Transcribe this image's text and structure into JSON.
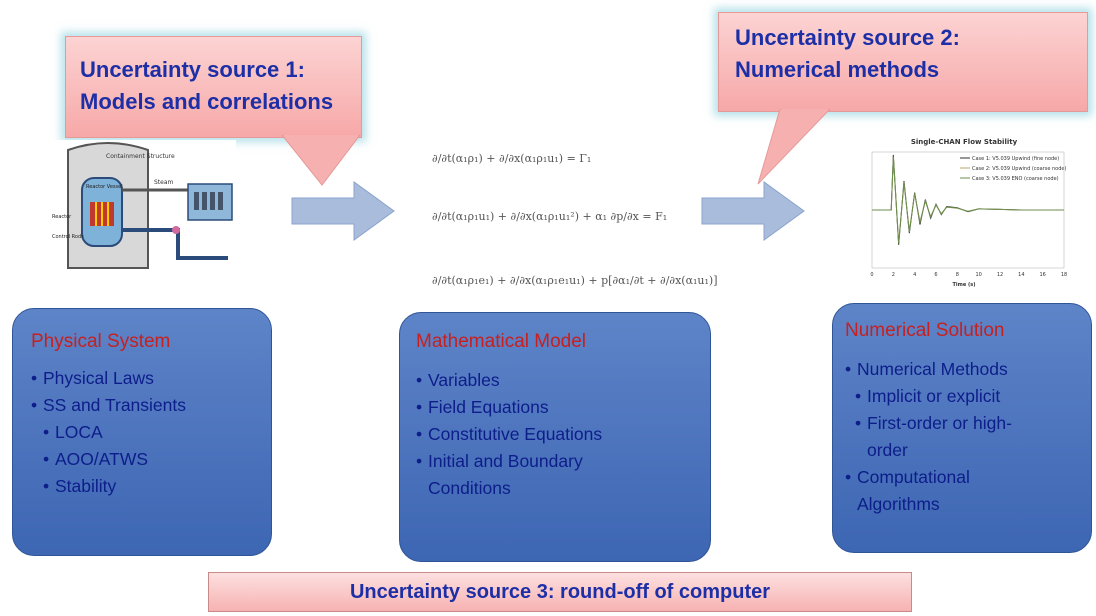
{
  "callouts": {
    "source1": {
      "line1": "Uncertainty source 1:",
      "line2": "Models and correlations"
    },
    "source2": {
      "line1": "Uncertainty source 2:",
      "line2": "Numerical methods"
    },
    "source3": "Uncertainty source 3: round-off of computer"
  },
  "boxes": {
    "physical": {
      "heading": "Physical System",
      "items": [
        "Physical Laws",
        "SS and Transients",
        "LOCA",
        "AOO/ATWS",
        "Stability"
      ]
    },
    "math": {
      "heading": "Mathematical Model",
      "items": [
        "Variables",
        "Field Equations",
        "Constitutive Equations",
        "Initial and Boundary",
        "Conditions"
      ]
    },
    "numerical": {
      "heading": "Numerical Solution",
      "items": [
        "Numerical Methods",
        "Implicit or explicit",
        "First-order or high-",
        "order",
        "Computational",
        "Algorithms"
      ]
    }
  },
  "equations": [
    "∂/∂t(α₁ρ₁) + ∂/∂x(α₁ρ₁u₁) = Γ₁",
    "∂/∂t(α₁ρ₁u₁) + ∂/∂x(α₁ρ₁u₁²) + α₁ ∂p/∂x = F₁",
    "∂/∂t(α₁ρ₁e₁) + ∂/∂x(α₁ρ₁e₁u₁) + p[∂α₁/∂t + ∂/∂x(α₁u₁)]"
  ],
  "reactor_labels": {
    "containment": "Containment Structure",
    "steam": "Steam",
    "vessel": "Reactor Vessel",
    "control": "Control Rods",
    "core": "Reactor"
  },
  "chart": {
    "title": "Single-CHAN Flow Stability",
    "legend": [
      "Case 1: V5.039 Upwind (fine node)",
      "Case 2: V5.039 Upwind (coarse node)",
      "Case 3: V5.039 ENO (coarse node)"
    ],
    "xlabel": "Time (s)",
    "xticks": [
      "0",
      "2",
      "4",
      "6",
      "8",
      "10",
      "12",
      "14",
      "16",
      "18"
    ]
  },
  "chart_data": {
    "type": "line",
    "title": "Single-CHAN Flow Stability",
    "xlabel": "Time (s)",
    "ylabel": "",
    "xlim": [
      0,
      18
    ],
    "ylim": [
      -1,
      1
    ],
    "series": [
      {
        "name": "Case 1: V5.039 Upwind (fine node)",
        "x": [
          0,
          1.8,
          2.0,
          2.5,
          3.0,
          3.5,
          4.0,
          4.5,
          5.0,
          5.5,
          6.0,
          6.5,
          7.0,
          8.0,
          9.0,
          10.0,
          12.0,
          14.0,
          16.0,
          18.0
        ],
        "y": [
          0,
          0,
          0.95,
          -0.6,
          0.5,
          -0.4,
          0.3,
          -0.25,
          0.18,
          -0.14,
          0.1,
          -0.08,
          0.06,
          0.04,
          -0.03,
          0.02,
          0.01,
          0,
          0,
          0
        ]
      },
      {
        "name": "Case 2: V5.039 Upwind (coarse node)",
        "x": [
          0,
          1.8,
          2.0,
          2.5,
          3.0,
          3.5,
          4.0,
          4.5,
          5.0,
          5.5,
          6.0,
          6.5,
          7.0,
          8.0,
          9.0,
          10.0,
          12.0,
          14.0,
          16.0,
          18.0
        ],
        "y": [
          0,
          0,
          0.9,
          -0.55,
          0.45,
          -0.35,
          0.27,
          -0.2,
          0.15,
          -0.11,
          0.08,
          -0.06,
          0.05,
          0.03,
          -0.02,
          0.02,
          0.01,
          0,
          0,
          0
        ]
      },
      {
        "name": "Case 3: V5.039 ENO (coarse node)",
        "x": [
          0,
          1.8,
          2.0,
          2.5,
          3.0,
          3.5,
          4.0,
          4.5,
          5.0,
          5.5,
          6.0,
          6.5,
          7.0,
          8.0,
          9.0,
          10.0,
          12.0,
          14.0,
          16.0,
          18.0
        ],
        "y": [
          0,
          0,
          0.92,
          -0.58,
          0.48,
          -0.38,
          0.29,
          -0.22,
          0.16,
          -0.12,
          0.09,
          -0.07,
          0.05,
          0.035,
          -0.025,
          0.02,
          0.01,
          0,
          0,
          0
        ]
      }
    ]
  },
  "colors": {
    "callout_fill": "#f7a8a8",
    "callout_text": "#1d2fa6",
    "box_fill": "#4a72bd",
    "box_heading": "#c62020",
    "arrow": "#9fb4d8"
  }
}
